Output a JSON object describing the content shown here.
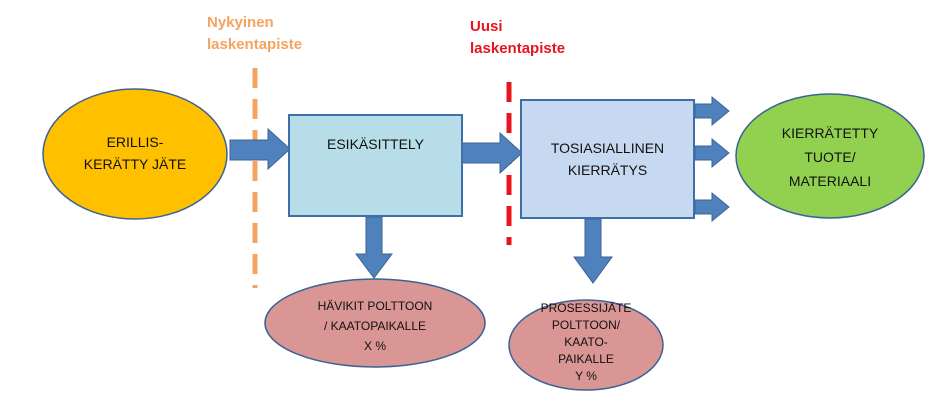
{
  "markers": {
    "current": {
      "label": "Nykyinen\nlaskentapiste",
      "color": "#F4A460"
    },
    "new": {
      "label": "Uusi\nlaskentapiste",
      "color": "#E8141E"
    }
  },
  "nodes": {
    "source": {
      "label": "ERILLIS-\nKERÄTTY JÄTE",
      "color": "#FFC000"
    },
    "preprocessing": {
      "label": "ESIKÄSITTELY",
      "color": "#B7DEE8"
    },
    "recycling": {
      "label": "TOSIASIALLINEN\nKIERRÄTYS",
      "color": "#C6D9F1"
    },
    "product": {
      "label": "KIERRÄTETTY\nTUOTE/\nMATERIAALI",
      "color": "#92D050"
    },
    "losses": {
      "label": "HÄVIKIT POLTTOON\n/ KAATOPAIKALLE\nX %",
      "color": "#D99694"
    },
    "process_waste": {
      "label": "PROSESSIJÄTE\nPOLTTOON/\nKAATO-\nPAIKALLE\nY %",
      "color": "#D99694"
    }
  },
  "colors": {
    "arrow": "#4F81BD",
    "arrow_outline": "#3A6495",
    "box_outline": "#3F6FA8",
    "node_outline": "#3A6495"
  }
}
